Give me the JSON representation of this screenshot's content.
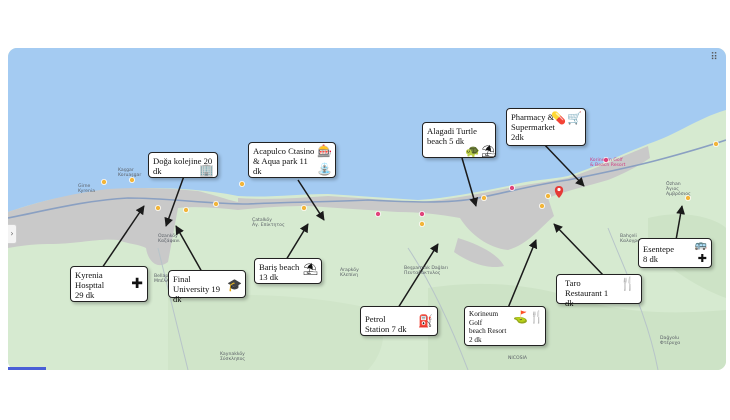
{
  "map": {
    "grid_icon": "apps-grid-icon",
    "grid_glyph": "⠿",
    "side_arrow": "›",
    "colors": {
      "sea": "#a4cbf2",
      "land": "#d6ead0",
      "urban": "#c8c8c8",
      "road": "#8aa0c2",
      "arrow": "#1a1a1a"
    }
  },
  "callouts": [
    {
      "id": "doga",
      "text": "Doğa kolejine 20\ndk",
      "icon": "building-icon",
      "glyph": "🏢"
    },
    {
      "id": "acapulco",
      "text": "Acapulco Ctasino\n& Aqua park 11\ndk",
      "icon": "casino-icon",
      "glyph": "🎰",
      "icon2": "pool-icon",
      "glyph2": "⛲"
    },
    {
      "id": "alagadi",
      "text": "Alagadi Turtle\nbeach 5 dk",
      "icon": "turtle-icon",
      "glyph": "🐢",
      "icon2": "umbrella-icon",
      "glyph2": "⛱"
    },
    {
      "id": "pharmacy",
      "text": "Pharmacy &\nSupermarket\n2dk",
      "icon": "pharmacy-icon",
      "glyph": "💊",
      "icon2": "cart-icon",
      "glyph2": "🛒"
    },
    {
      "id": "kyrenia",
      "text": "Kyrenia\nHospttal\n29  dk",
      "icon": "hospital-icon",
      "glyph": "✚"
    },
    {
      "id": "final",
      "text": "Final\nUniversity  19\ndk",
      "icon": "graduation-cap-icon",
      "glyph": "🎓"
    },
    {
      "id": "baris",
      "text": "Bariş beach\n13 dk",
      "icon": "beach-umbrella-icon",
      "glyph": "⛱"
    },
    {
      "id": "petrol",
      "text": "Petrol\nStation  7 dk",
      "icon": "fuel-icon",
      "glyph": "⛽"
    },
    {
      "id": "korineum",
      "text": "Korineum\nGolf\nbeach Resort\n2 dk",
      "icon": "golf-icon",
      "glyph": "⛳",
      "icon2": "restaurant-icon",
      "glyph2": "🍴"
    },
    {
      "id": "taro",
      "text": "Taro\nRestaurant  1\ndk",
      "icon": "restaurant-icon",
      "glyph": "🍴"
    },
    {
      "id": "esentepe",
      "text": "Esentepe\n8 dk",
      "icon": "bus-icon",
      "glyph": "🚌",
      "icon2": "hospital-icon",
      "glyph2": "✚"
    }
  ],
  "places": [
    {
      "id": "p1",
      "text": "Kaşgar\nKoruaşgar",
      "cls": ""
    },
    {
      "id": "p2",
      "text": "Girne\nKyrenia",
      "cls": ""
    },
    {
      "id": "p3",
      "text": "Ozanköy\nΚαζάφανι",
      "cls": ""
    },
    {
      "id": "p4",
      "text": "Bellapais\nΜπέλλαπαϊς",
      "cls": ""
    },
    {
      "id": "p5",
      "text": "Çatalköy\nΑγ. Επίκτητος",
      "cls": ""
    },
    {
      "id": "p6",
      "text": "Arapköy\nΚλεπίνη",
      "cls": ""
    },
    {
      "id": "p7",
      "text": "Bahçeli\nΚαλογραία",
      "cls": ""
    },
    {
      "id": "p8",
      "text": "Özhan\nΆγιος\nΑμβρόσιος",
      "cls": ""
    },
    {
      "id": "p9",
      "text": "Kaynakköy\nΣύσκληπος",
      "cls": ""
    },
    {
      "id": "p10",
      "text": "Dağyolu\nΦτέρυχα",
      "cls": ""
    },
    {
      "id": "p11",
      "text": "Beşparmak Dağları\nΠενταδάκτυλος",
      "cls": ""
    },
    {
      "id": "p12",
      "text": "Korineum Golf\n& Beach Resort",
      "cls": "sea"
    },
    {
      "id": "p13",
      "text": "NICOSIA",
      "cls": ""
    }
  ]
}
